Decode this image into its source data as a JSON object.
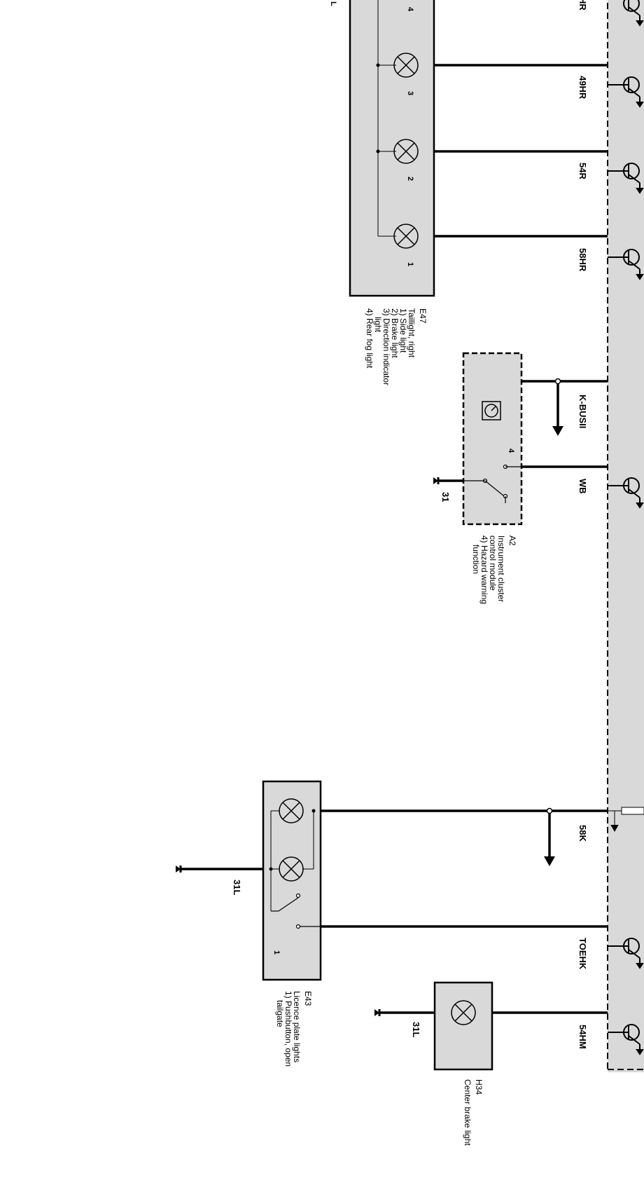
{
  "wires": {
    "top_partial": "HR",
    "w49hr": "49HR",
    "w54r": "54R",
    "w58hr": "58HR",
    "kbus": "K-BUSII",
    "wb": "WB",
    "w58k": "58K",
    "toehk": "TOEHK",
    "w54hm": "54HM"
  },
  "ground": {
    "e43": "31L",
    "h34": "31L",
    "a2": "31"
  },
  "e47": {
    "id": "E47",
    "lines": [
      "Taillight, right",
      "1) Side light",
      "2) Brake light",
      "3) Direction indicator",
      "light",
      "4) Rear fog light"
    ],
    "pins": [
      "1",
      "2",
      "3",
      "4"
    ],
    "cut_label": "L"
  },
  "a2": {
    "id": "A2",
    "lines": [
      "Instrument cluster",
      "control module",
      "4) Hazard warning",
      "function"
    ],
    "pin": "4"
  },
  "e43": {
    "id": "E43",
    "lines": [
      "Licence plate lights",
      "1) Pushbutton, open",
      "tailgate"
    ],
    "pin": "1"
  },
  "h34": {
    "id": "H34",
    "lines": [
      "Center brake light"
    ]
  }
}
